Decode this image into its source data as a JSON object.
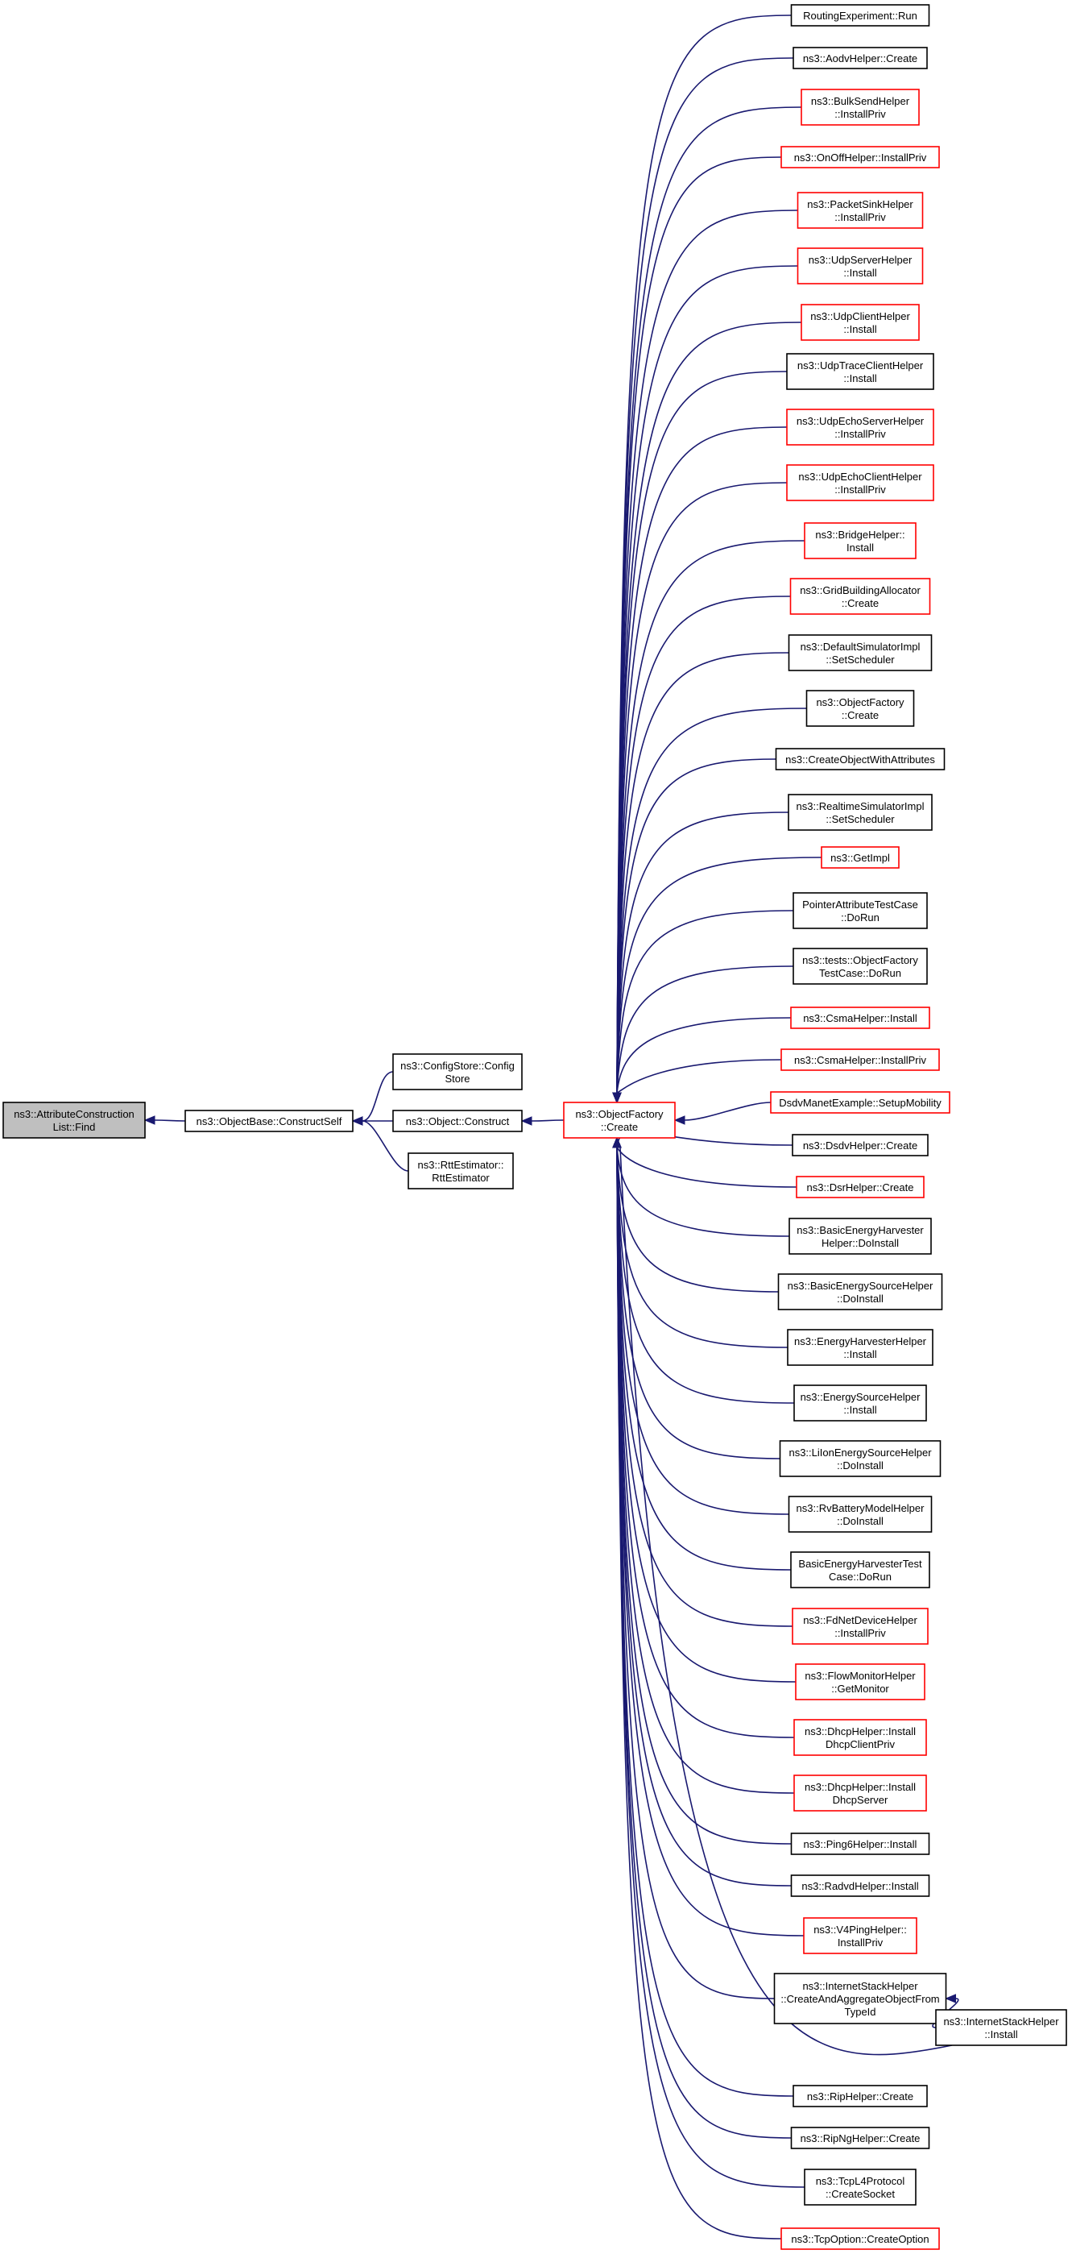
{
  "colors": {
    "edge": "#191970",
    "root_fill": "#bfbfbf",
    "black_border": "#000000",
    "red_border": "#ff0000"
  },
  "nodes": [
    {
      "id": "root",
      "lines": [
        "ns3::AttributeConstruction",
        "List::Find"
      ],
      "border": "root"
    },
    {
      "id": "constructself",
      "lines": [
        "ns3::ObjectBase::ConstructSelf"
      ],
      "border": "black"
    },
    {
      "id": "configstore",
      "lines": [
        "ns3::ConfigStore::Config",
        "Store"
      ],
      "border": "black"
    },
    {
      "id": "objconstruct",
      "lines": [
        "ns3::Object::Construct"
      ],
      "border": "black"
    },
    {
      "id": "rttest",
      "lines": [
        "ns3::RttEstimator::",
        "RttEstimator"
      ],
      "border": "black"
    },
    {
      "id": "ofcreate",
      "lines": [
        "ns3::ObjectFactory",
        "::Create"
      ],
      "border": "red"
    },
    {
      "id": "c00",
      "lines": [
        "RoutingExperiment::Run"
      ],
      "border": "black"
    },
    {
      "id": "c01",
      "lines": [
        "ns3::AodvHelper::Create"
      ],
      "border": "black"
    },
    {
      "id": "c02",
      "lines": [
        "ns3::BulkSendHelper",
        "::InstallPriv"
      ],
      "border": "red"
    },
    {
      "id": "c03",
      "lines": [
        "ns3::OnOffHelper::InstallPriv"
      ],
      "border": "red"
    },
    {
      "id": "c04",
      "lines": [
        "ns3::PacketSinkHelper",
        "::InstallPriv"
      ],
      "border": "red"
    },
    {
      "id": "c05",
      "lines": [
        "ns3::UdpServerHelper",
        "::Install"
      ],
      "border": "red"
    },
    {
      "id": "c06",
      "lines": [
        "ns3::UdpClientHelper",
        "::Install"
      ],
      "border": "red"
    },
    {
      "id": "c07",
      "lines": [
        "ns3::UdpTraceClientHelper",
        "::Install"
      ],
      "border": "black"
    },
    {
      "id": "c08",
      "lines": [
        "ns3::UdpEchoServerHelper",
        "::InstallPriv"
      ],
      "border": "red"
    },
    {
      "id": "c09",
      "lines": [
        "ns3::UdpEchoClientHelper",
        "::InstallPriv"
      ],
      "border": "red"
    },
    {
      "id": "c10",
      "lines": [
        "ns3::BridgeHelper::",
        "Install"
      ],
      "border": "red"
    },
    {
      "id": "c11",
      "lines": [
        "ns3::GridBuildingAllocator",
        "::Create"
      ],
      "border": "red"
    },
    {
      "id": "c12",
      "lines": [
        "ns3::DefaultSimulatorImpl",
        "::SetScheduler"
      ],
      "border": "black"
    },
    {
      "id": "c13",
      "lines": [
        "ns3::ObjectFactory",
        "::Create"
      ],
      "border": "black"
    },
    {
      "id": "c14",
      "lines": [
        "ns3::CreateObjectWithAttributes"
      ],
      "border": "black"
    },
    {
      "id": "c15",
      "lines": [
        "ns3::RealtimeSimulatorImpl",
        "::SetScheduler"
      ],
      "border": "black"
    },
    {
      "id": "c16",
      "lines": [
        "ns3::GetImpl"
      ],
      "border": "red"
    },
    {
      "id": "c17",
      "lines": [
        "PointerAttributeTestCase",
        "::DoRun"
      ],
      "border": "black"
    },
    {
      "id": "c18",
      "lines": [
        "ns3::tests::ObjectFactory",
        "TestCase::DoRun"
      ],
      "border": "black"
    },
    {
      "id": "c19",
      "lines": [
        "ns3::CsmaHelper::Install"
      ],
      "border": "red"
    },
    {
      "id": "c20",
      "lines": [
        "ns3::CsmaHelper::InstallPriv"
      ],
      "border": "red"
    },
    {
      "id": "c21",
      "lines": [
        "DsdvManetExample::SetupMobility"
      ],
      "border": "red"
    },
    {
      "id": "c22",
      "lines": [
        "ns3::DsdvHelper::Create"
      ],
      "border": "black"
    },
    {
      "id": "c23",
      "lines": [
        "ns3::DsrHelper::Create"
      ],
      "border": "red"
    },
    {
      "id": "c24",
      "lines": [
        "ns3::BasicEnergyHarvester",
        "Helper::DoInstall"
      ],
      "border": "black"
    },
    {
      "id": "c25",
      "lines": [
        "ns3::BasicEnergySourceHelper",
        "::DoInstall"
      ],
      "border": "black"
    },
    {
      "id": "c26",
      "lines": [
        "ns3::EnergyHarvesterHelper",
        "::Install"
      ],
      "border": "black"
    },
    {
      "id": "c27",
      "lines": [
        "ns3::EnergySourceHelper",
        "::Install"
      ],
      "border": "black"
    },
    {
      "id": "c28",
      "lines": [
        "ns3::LiIonEnergySourceHelper",
        "::DoInstall"
      ],
      "border": "black"
    },
    {
      "id": "c29",
      "lines": [
        "ns3::RvBatteryModelHelper",
        "::DoInstall"
      ],
      "border": "black"
    },
    {
      "id": "c30",
      "lines": [
        "BasicEnergyHarvesterTest",
        "Case::DoRun"
      ],
      "border": "black"
    },
    {
      "id": "c31",
      "lines": [
        "ns3::FdNetDeviceHelper",
        "::InstallPriv"
      ],
      "border": "red"
    },
    {
      "id": "c32",
      "lines": [
        "ns3::FlowMonitorHelper",
        "::GetMonitor"
      ],
      "border": "red"
    },
    {
      "id": "c33",
      "lines": [
        "ns3::DhcpHelper::Install",
        "DhcpClientPriv"
      ],
      "border": "red"
    },
    {
      "id": "c34",
      "lines": [
        "ns3::DhcpHelper::Install",
        "DhcpServer"
      ],
      "border": "red"
    },
    {
      "id": "c35",
      "lines": [
        "ns3::Ping6Helper::Install"
      ],
      "border": "black"
    },
    {
      "id": "c36",
      "lines": [
        "ns3::RadvdHelper::Install"
      ],
      "border": "black"
    },
    {
      "id": "c37",
      "lines": [
        "ns3::V4PingHelper::",
        "InstallPriv"
      ],
      "border": "red"
    },
    {
      "id": "c38",
      "lines": [
        "ns3::InternetStackHelper",
        "::CreateAndAggregateObjectFrom",
        "TypeId"
      ],
      "border": "black"
    },
    {
      "id": "c39",
      "lines": [
        "ns3::RipHelper::Create"
      ],
      "border": "black"
    },
    {
      "id": "c40",
      "lines": [
        "ns3::RipNgHelper::Create"
      ],
      "border": "black"
    },
    {
      "id": "c41",
      "lines": [
        "ns3::TcpL4Protocol",
        "::CreateSocket"
      ],
      "border": "black"
    },
    {
      "id": "c42",
      "lines": [
        "ns3::TcpOption::CreateOption"
      ],
      "border": "red"
    },
    {
      "id": "ishinstall",
      "lines": [
        "ns3::InternetStackHelper",
        "::Install"
      ],
      "border": "black"
    }
  ],
  "edges": [
    {
      "from": "constructself",
      "to": "root"
    },
    {
      "from": "configstore",
      "to": "constructself"
    },
    {
      "from": "objconstruct",
      "to": "constructself"
    },
    {
      "from": "rttest",
      "to": "constructself"
    },
    {
      "from": "ofcreate",
      "to": "objconstruct"
    },
    {
      "from": "c00",
      "to": "ofcreate"
    },
    {
      "from": "c01",
      "to": "ofcreate"
    },
    {
      "from": "c02",
      "to": "ofcreate"
    },
    {
      "from": "c03",
      "to": "ofcreate"
    },
    {
      "from": "c04",
      "to": "ofcreate"
    },
    {
      "from": "c05",
      "to": "ofcreate"
    },
    {
      "from": "c06",
      "to": "ofcreate"
    },
    {
      "from": "c07",
      "to": "ofcreate"
    },
    {
      "from": "c08",
      "to": "ofcreate"
    },
    {
      "from": "c09",
      "to": "ofcreate"
    },
    {
      "from": "c10",
      "to": "ofcreate"
    },
    {
      "from": "c11",
      "to": "ofcreate"
    },
    {
      "from": "c12",
      "to": "ofcreate"
    },
    {
      "from": "c13",
      "to": "ofcreate"
    },
    {
      "from": "c14",
      "to": "ofcreate"
    },
    {
      "from": "c15",
      "to": "ofcreate"
    },
    {
      "from": "c16",
      "to": "ofcreate"
    },
    {
      "from": "c17",
      "to": "ofcreate"
    },
    {
      "from": "c18",
      "to": "ofcreate"
    },
    {
      "from": "c19",
      "to": "ofcreate"
    },
    {
      "from": "c20",
      "to": "ofcreate"
    },
    {
      "from": "c21",
      "to": "ofcreate"
    },
    {
      "from": "c22",
      "to": "ofcreate"
    },
    {
      "from": "c23",
      "to": "ofcreate"
    },
    {
      "from": "c24",
      "to": "ofcreate"
    },
    {
      "from": "c25",
      "to": "ofcreate"
    },
    {
      "from": "c26",
      "to": "ofcreate"
    },
    {
      "from": "c27",
      "to": "ofcreate"
    },
    {
      "from": "c28",
      "to": "ofcreate"
    },
    {
      "from": "c29",
      "to": "ofcreate"
    },
    {
      "from": "c30",
      "to": "ofcreate"
    },
    {
      "from": "c31",
      "to": "ofcreate"
    },
    {
      "from": "c32",
      "to": "ofcreate"
    },
    {
      "from": "c33",
      "to": "ofcreate"
    },
    {
      "from": "c34",
      "to": "ofcreate"
    },
    {
      "from": "c35",
      "to": "ofcreate"
    },
    {
      "from": "c36",
      "to": "ofcreate"
    },
    {
      "from": "c37",
      "to": "ofcreate"
    },
    {
      "from": "c38",
      "to": "ofcreate"
    },
    {
      "from": "c39",
      "to": "ofcreate"
    },
    {
      "from": "c40",
      "to": "ofcreate"
    },
    {
      "from": "c41",
      "to": "ofcreate"
    },
    {
      "from": "c42",
      "to": "ofcreate"
    },
    {
      "from": "ishinstall",
      "to": "ofcreate"
    },
    {
      "from": "ishinstall",
      "to": "c38"
    }
  ]
}
